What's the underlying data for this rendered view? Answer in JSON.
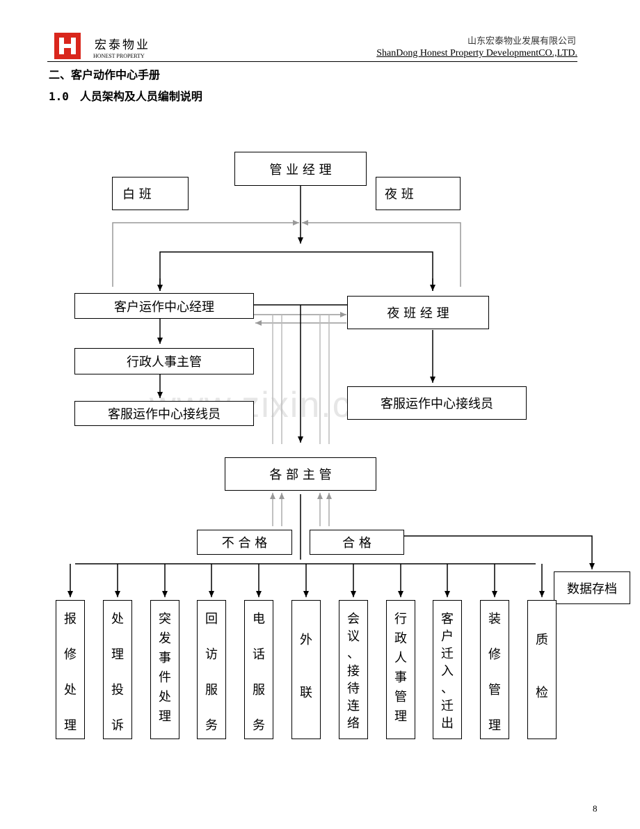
{
  "header": {
    "logo_name": "宏泰物业",
    "logo_sub": "HONEST PROPERTY",
    "company_cn": "山东宏泰物业发展有限公司",
    "company_en": "ShanDong Honest Property DevelopmentCO.,LTD."
  },
  "section_title": "二、客户动作中心手册",
  "subsection": {
    "number": "1.0",
    "title": "人员架构及人员编制说明"
  },
  "watermark": "www.zixin.com.cn",
  "org": {
    "top": "管 业 经 理",
    "day_shift": "白    班",
    "night_shift": "夜       班",
    "center_manager": "客户运作中心经理",
    "night_manager": "夜 班 经 理",
    "admin_supervisor": "行政人事主管",
    "operator_left": "客服运作中心接线员",
    "operator_right": "客服运作中心接线员",
    "dept_heads": "各 部 主 管",
    "unqualified": "不 合 格",
    "qualified": "合    格",
    "archive": "数据存档",
    "functions": [
      [
        "报",
        "修",
        "处",
        "理"
      ],
      [
        "处",
        "理",
        "投",
        "诉"
      ],
      [
        "突",
        "发",
        "事",
        "件",
        "处",
        "理"
      ],
      [
        "回",
        "访",
        "服",
        "务"
      ],
      [
        "电",
        "话",
        "服",
        "务"
      ],
      [
        "外",
        "联"
      ],
      [
        "会",
        "议",
        "、",
        "接",
        "待",
        "连",
        "络"
      ],
      [
        "行",
        "政",
        "人",
        "事",
        "管",
        "理"
      ],
      [
        "客",
        "户",
        "迁",
        "入",
        "、",
        "迁",
        "出"
      ],
      [
        "装",
        "修",
        "管",
        "理"
      ],
      [
        "质",
        "检"
      ]
    ]
  },
  "page_number": "8"
}
